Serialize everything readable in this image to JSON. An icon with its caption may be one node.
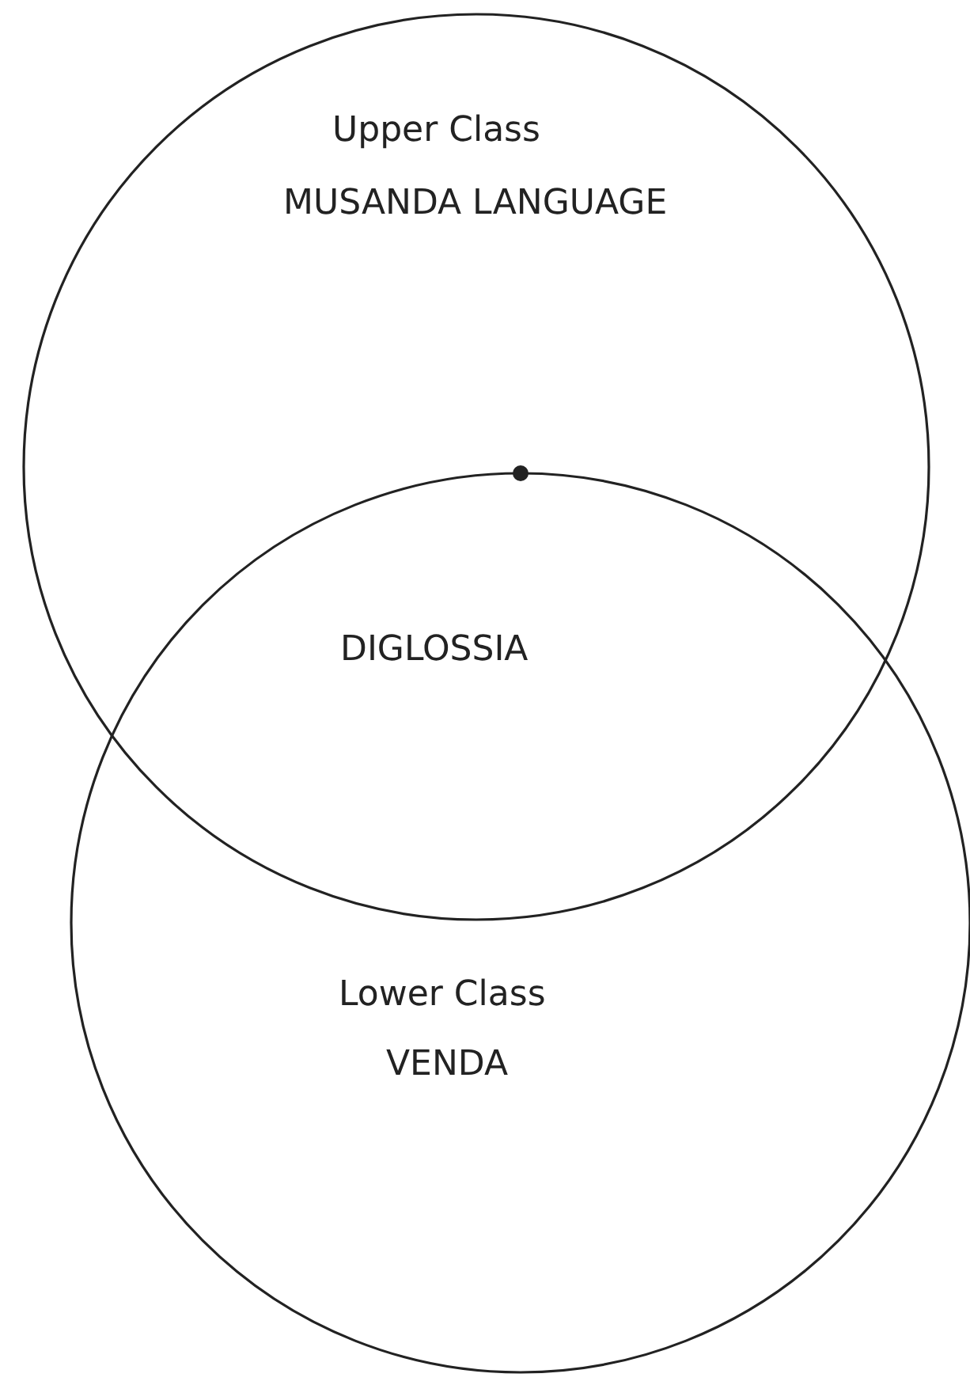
{
  "diagram": {
    "nodes": [
      {
        "text": [
          "Upper Class",
          "MUSANDA LANGUAGE"
        ]
      },
      {
        "text": [
          "Lower Class",
          "VENDA"
        ]
      }
    ],
    "labels": [
      "DIGLOSSIA"
    ]
  }
}
